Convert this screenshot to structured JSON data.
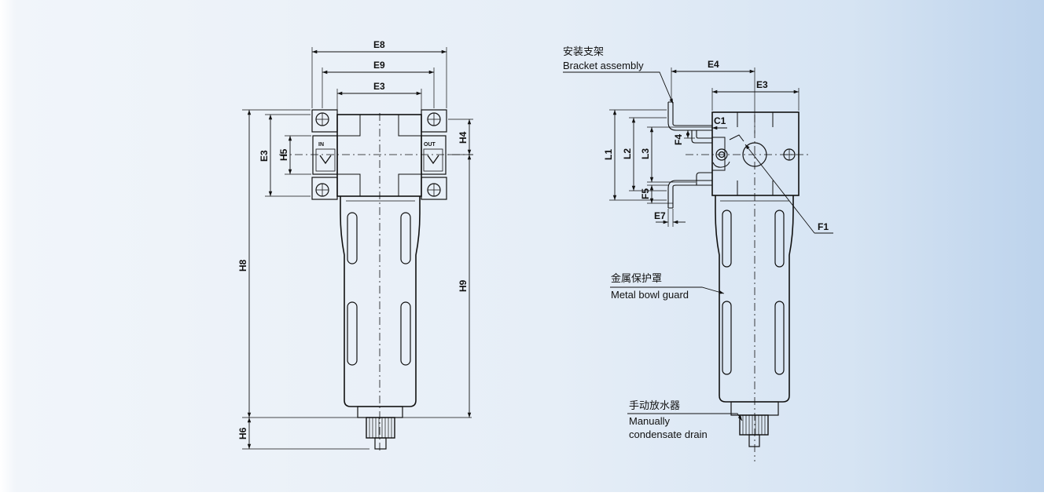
{
  "dims_front": {
    "e8": "E8",
    "e9": "E9",
    "e3_top": "E3",
    "e3_side": "E3",
    "h5": "H5",
    "h4": "H4",
    "h8": "H8",
    "h9": "H9",
    "h6": "H6"
  },
  "ports": {
    "in": "IN",
    "out": "OUT"
  },
  "dims_side": {
    "e4": "E4",
    "e3": "E3",
    "c1": "C1",
    "f4": "F4",
    "l1": "L1",
    "l2": "L2",
    "l3": "L3",
    "f5": "F5",
    "e7": "E7",
    "f1": "F1"
  },
  "notes": {
    "bracket_cn": "安装支架",
    "bracket_en": "Bracket assembly",
    "guard_cn": "金属保护罩",
    "guard_en": "Metal bowl guard",
    "drain_cn": "手动放水器",
    "drain_en1": "Manually",
    "drain_en2": "condensate drain"
  }
}
